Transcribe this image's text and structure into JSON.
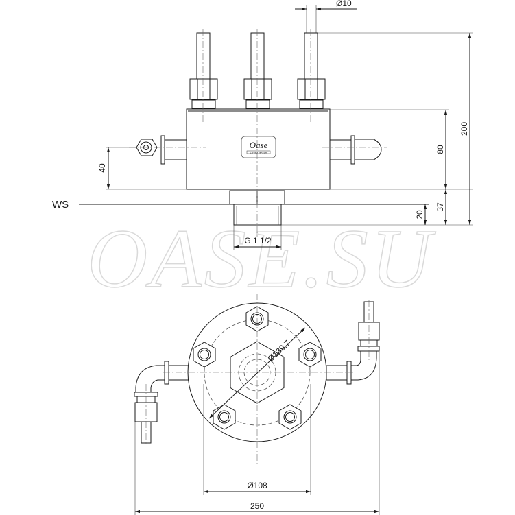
{
  "watermark": "OASE.SU",
  "logo": {
    "brand": "Oase",
    "tagline": "LIVING WATER"
  },
  "side_view": {
    "labels": {
      "ws": "WS",
      "thread": "G 1 1/2"
    },
    "dimensions": {
      "pipe_diameter": "Ø10",
      "total_height": "200",
      "body_height": "80",
      "outlet_height": "40",
      "ws_to_top": "37",
      "thread_length": "20"
    }
  },
  "bottom_view": {
    "dimensions": {
      "outer_diameter": "Ø139.7",
      "bolt_circle": "Ø108",
      "total_width": "250"
    }
  }
}
